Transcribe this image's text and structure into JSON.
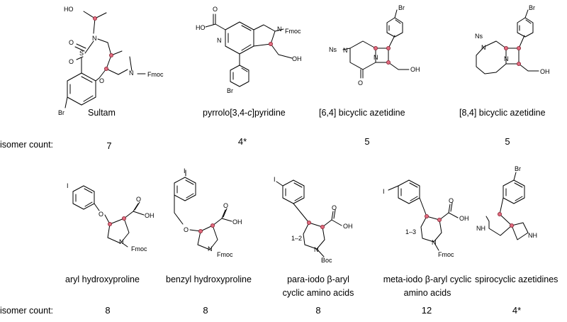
{
  "row_label": "isomer count:",
  "row1": [
    {
      "caption": "Sultam",
      "count": "7"
    },
    {
      "caption_pre": "pyrrolo[3,4-",
      "caption_it": "c",
      "caption_post": "]pyridine",
      "count": "4*"
    },
    {
      "caption": "[6,4] bicyclic azetidine",
      "count": "5"
    },
    {
      "caption": "[8,4] bicyclic azetidine",
      "count": "5"
    }
  ],
  "row2": [
    {
      "caption": "aryl hydroxyproline",
      "count": "8"
    },
    {
      "caption": "benzyl hydroxyproline",
      "count": "8"
    },
    {
      "caption_l1": "para-iodo β-aryl",
      "caption_l2": "cyclic amino acids",
      "count": "8"
    },
    {
      "caption_l1": "meta-iodo β-aryl cyclic",
      "caption_l2": "amino acids",
      "count": "12"
    },
    {
      "caption": "spirocyclic azetidines",
      "count": "4*"
    }
  ],
  "atoms": {
    "HO": "HO",
    "OH": "OH",
    "O": "O",
    "S": "S",
    "N": "N",
    "NH": "NH",
    "Br": "Br",
    "I": "I",
    "Fmoc": "Fmoc",
    "Boc": "Boc",
    "Ns": "Ns",
    "range_12": "1–2",
    "range_13": "1–3"
  },
  "colors": {
    "stereocenter_fill": "#e06b7f",
    "stereocenter_stroke": "#8b2433"
  }
}
